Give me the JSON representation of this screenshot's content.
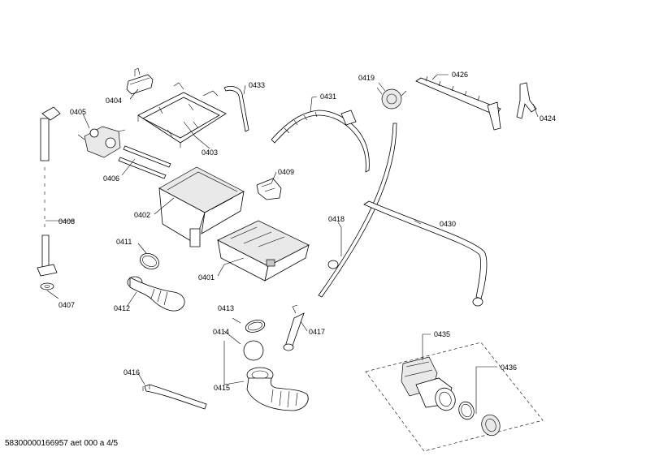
{
  "parts": {
    "p0403": "0403",
    "p0404": "0404",
    "p0405": "0405",
    "p0406": "0406",
    "p0408": "0408",
    "p0407": "0407",
    "p0402": "0402",
    "p0411": "0411",
    "p0412": "0412",
    "p0401": "0401",
    "p0409": "0409",
    "p0433": "0433",
    "p0431": "0431",
    "p0419": "0419",
    "p0426": "0426",
    "p0424": "0424",
    "p0418": "0418",
    "p0430": "0430",
    "p0413": "0413",
    "p0414": "0414",
    "p0417": "0417",
    "p0415": "0415",
    "p0416": "0416",
    "p0435": "0435",
    "p0436": "0436"
  },
  "footer": {
    "doc_id": "58300000166957 aet 000 a 4/5"
  }
}
